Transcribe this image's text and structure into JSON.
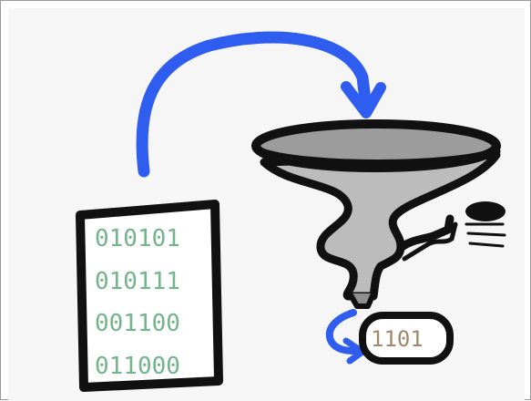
{
  "input_document": {
    "lines": [
      "010101",
      "010111",
      "001100",
      "011000"
    ]
  },
  "output_chip": {
    "text": "1101"
  },
  "colors": {
    "arrow": "#2f5df0",
    "outline": "#111111",
    "funnel_top": "#9c9c9c",
    "funnel_body": "#bcbcbc",
    "binary_text": "#72b58a",
    "output_text": "#a0896a",
    "background": "#f6f6f6"
  },
  "icons": [
    "document-icon",
    "funnel-grinder-icon",
    "crank-handle-icon",
    "arrow-icon"
  ]
}
